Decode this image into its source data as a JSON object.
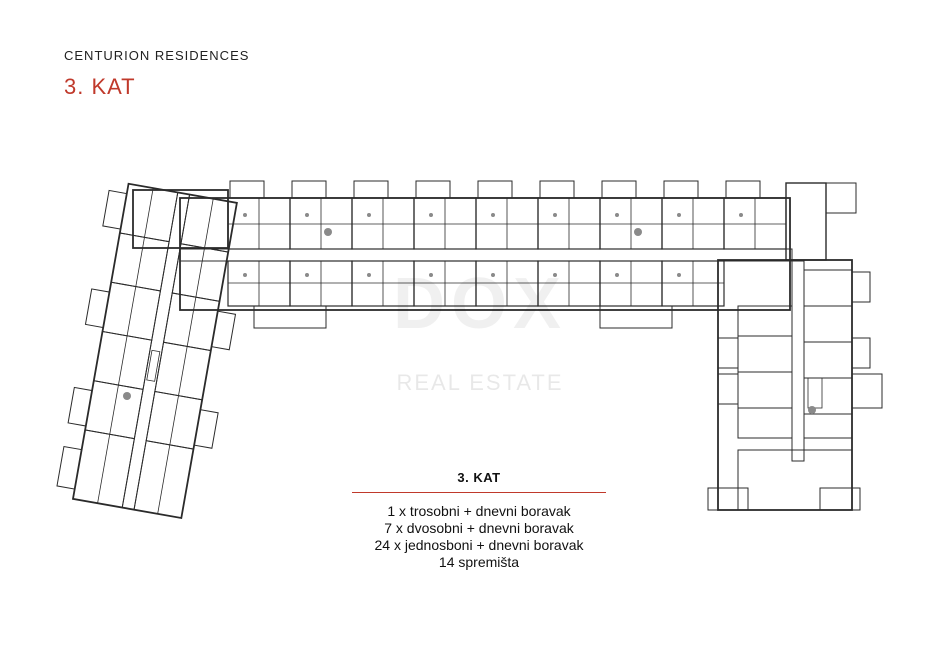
{
  "header": {
    "brand": "CENTURION RESIDENCES",
    "title": "3. KAT"
  },
  "colors": {
    "accent": "#c0392b",
    "wall": "#2b2b2b",
    "fixture": "#8a8a8a"
  },
  "watermark": {
    "logo": "DOX",
    "subtitle": "REAL ESTATE"
  },
  "legend": {
    "title": "3. KAT",
    "lines": [
      "1 x trosobni + dnevni boravak",
      "7 x dvosobni + dnevni boravak",
      "24 x jednosboni + dnevni boravak",
      "14 spremišta"
    ]
  }
}
